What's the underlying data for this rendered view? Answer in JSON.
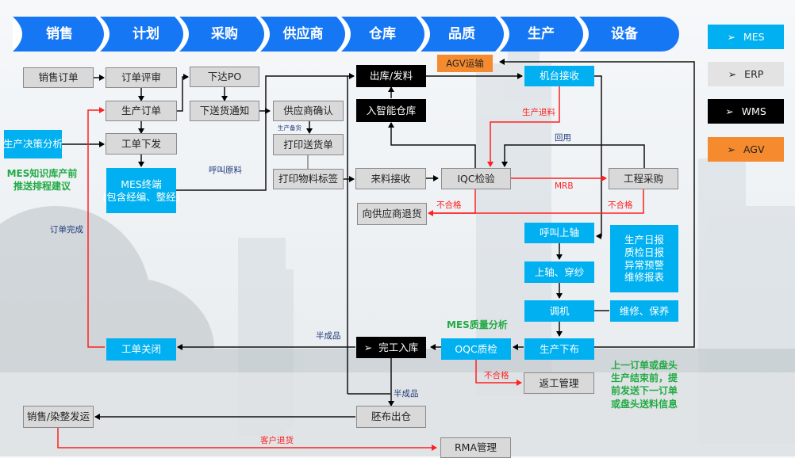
{
  "nav": {
    "items": [
      "销售",
      "计划",
      "采购",
      "供应商",
      "仓库",
      "品质",
      "生产",
      "设备"
    ],
    "color": "#1677f4"
  },
  "legend": [
    {
      "label": "MES",
      "system": "mes",
      "color": "#00b0f0"
    },
    {
      "label": "ERP",
      "system": "erp",
      "color": "#e3e3e3"
    },
    {
      "label": "WMS",
      "system": "wms",
      "color": "#000000"
    },
    {
      "label": "AGV",
      "system": "agv",
      "color": "#f58a2e"
    }
  ],
  "legend_icon": "arrow-right-icon",
  "nodes": {
    "sales_order": "销售订单",
    "order_review": "订单评审",
    "issue_po": "下达PO",
    "production_order": "生产订单",
    "delivery_notice": "下送货通知",
    "supplier_confirm": "供应商确认",
    "decision_analysis": "生产决策分析",
    "work_order_issue": "工单下发",
    "print_delivery": "打印送货单",
    "mes_terminal_1": "MES终端",
    "mes_terminal_2": "(包含经编、整经)",
    "print_label": "打印物料标签",
    "outbound": "出库/发料",
    "smart_warehouse": "入智能仓库",
    "agv_transport": "AGV运输",
    "machine_receive": "机台接收",
    "material_receive": "来料接收",
    "iqc": "IQC检验",
    "eng_purchase": "工程采购",
    "return_supplier": "向供应商退货",
    "call_beam": "呼叫上轴",
    "reports": [
      "生产日报",
      "质检日报",
      "异常预警",
      "维修报表"
    ],
    "beam_threading": "上轴、穿纱",
    "tuning": "调机",
    "maintenance": "维修、保养",
    "production_weave": "生产下布",
    "oqc": "OQC质检",
    "finished_in": "完工入库",
    "work_order_close": "工单关闭",
    "rework": "返工管理",
    "greige_out": "胚布出仓",
    "sales_ship": "销售/染整发运",
    "rma": "RMA管理"
  },
  "labels": {
    "mes_kb": [
      "MES知识库产前",
      "推送排程建议"
    ],
    "call_material": "呼叫原料",
    "prod_stock": "生产备货",
    "prod_return": "生产退料",
    "reuse": "回用",
    "mrb": "MRB",
    "fail_1": "不合格",
    "fail_2": "不合格",
    "fail_3": "不合格",
    "order_done": "订单完成",
    "semi_1": "半成品",
    "semi_2": "半成品",
    "mes_quality": "MES质量分析",
    "next_order": [
      "上一订单或盘头",
      "生产结束前，提",
      "前发送下一订单",
      "或盘头送料信息"
    ],
    "customer_return": "客户退货"
  }
}
